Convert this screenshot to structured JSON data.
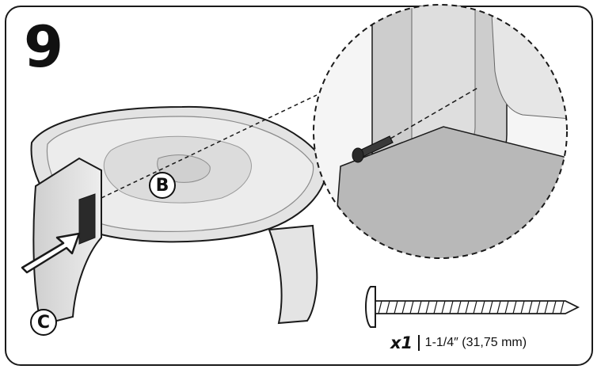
{
  "step": {
    "number": "9",
    "parts": {
      "b_label": "B",
      "c_label": "C"
    },
    "hardware": {
      "quantity": "x1",
      "size": "1-1/4″ (31,75 mm)",
      "item": "screw-icon"
    }
  },
  "colors": {
    "line": "#1a1a1a",
    "part_fill": "#e6e6e6",
    "shadow": "#b5b5b5"
  }
}
